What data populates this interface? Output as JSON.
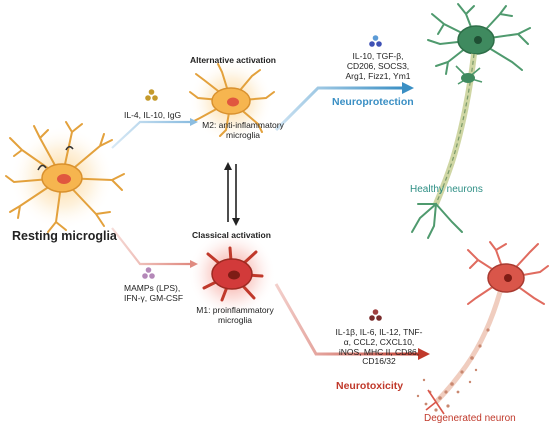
{
  "resting": {
    "label": "Resting microglia"
  },
  "m2": {
    "activation_label": "Alternative activation",
    "stimuli": "IL-4, IL-10, IgG",
    "state_line1": "M2: anti-inflammatory",
    "state_line2": "microglia"
  },
  "m1": {
    "activation_label": "Classical activation",
    "stimuli_line1": "MAMPs (LPS),",
    "stimuli_line2": "IFN-γ, GM-CSF",
    "state_line1": "M1: proinflammatory",
    "state_line2": "microglia"
  },
  "neuroprotection": {
    "factors_line1": "IL-10, TGF-β,",
    "factors_line2": "CD206, SOCS3,",
    "factors_line3": "Arg1, Fizz1, Ym1",
    "outcome": "Neuroprotection",
    "target": "Healthy neurons"
  },
  "neurotoxicity": {
    "factors_line1": "IL-1β, IL-6, IL-12, TNF-",
    "factors_line2": "α, CCL2, CXCL10,",
    "factors_line3": "iNOS, MHC II, CD86,",
    "factors_line4": "CD16/32",
    "outcome": "Neurotoxicity",
    "target": "Degenerated neuron"
  },
  "colors": {
    "protect_blue": "#3a8fc4",
    "toxic_red": "#c0392b",
    "healthy_green": "#2e7d5b",
    "resting_orange": "#f0a83a",
    "m1_red": "#d23a3a"
  },
  "icons": [
    "resting-microglia-icon",
    "m2-microglia-icon",
    "m1-microglia-icon",
    "healthy-neuron-icon",
    "degenerated-neuron-icon",
    "cytokine-dots-icon",
    "bidirectional-arrow-icon"
  ]
}
